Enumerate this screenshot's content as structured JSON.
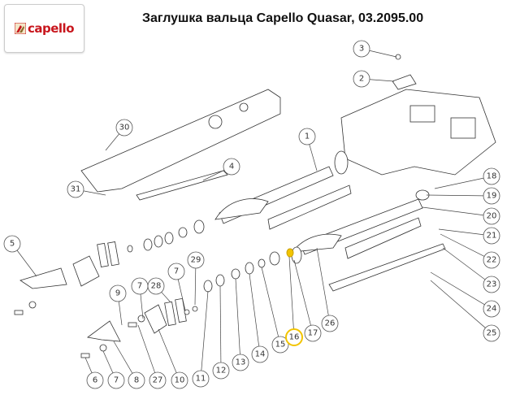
{
  "header": {
    "logo_text": "capello",
    "title": "Заглушка вальца Capello Quasar, 03.2095.00"
  },
  "diagram": {
    "highlight_color": "#f2c400",
    "highlighted_part": "16",
    "callouts": [
      "3",
      "2",
      "30",
      "4",
      "31",
      "1",
      "18",
      "19",
      "20",
      "21",
      "22",
      "23",
      "24",
      "25",
      "5",
      "9",
      "7",
      "28",
      "7",
      "29",
      "6",
      "7",
      "8",
      "27",
      "10",
      "11",
      "12",
      "13",
      "14",
      "15",
      "16",
      "17",
      "26"
    ]
  }
}
